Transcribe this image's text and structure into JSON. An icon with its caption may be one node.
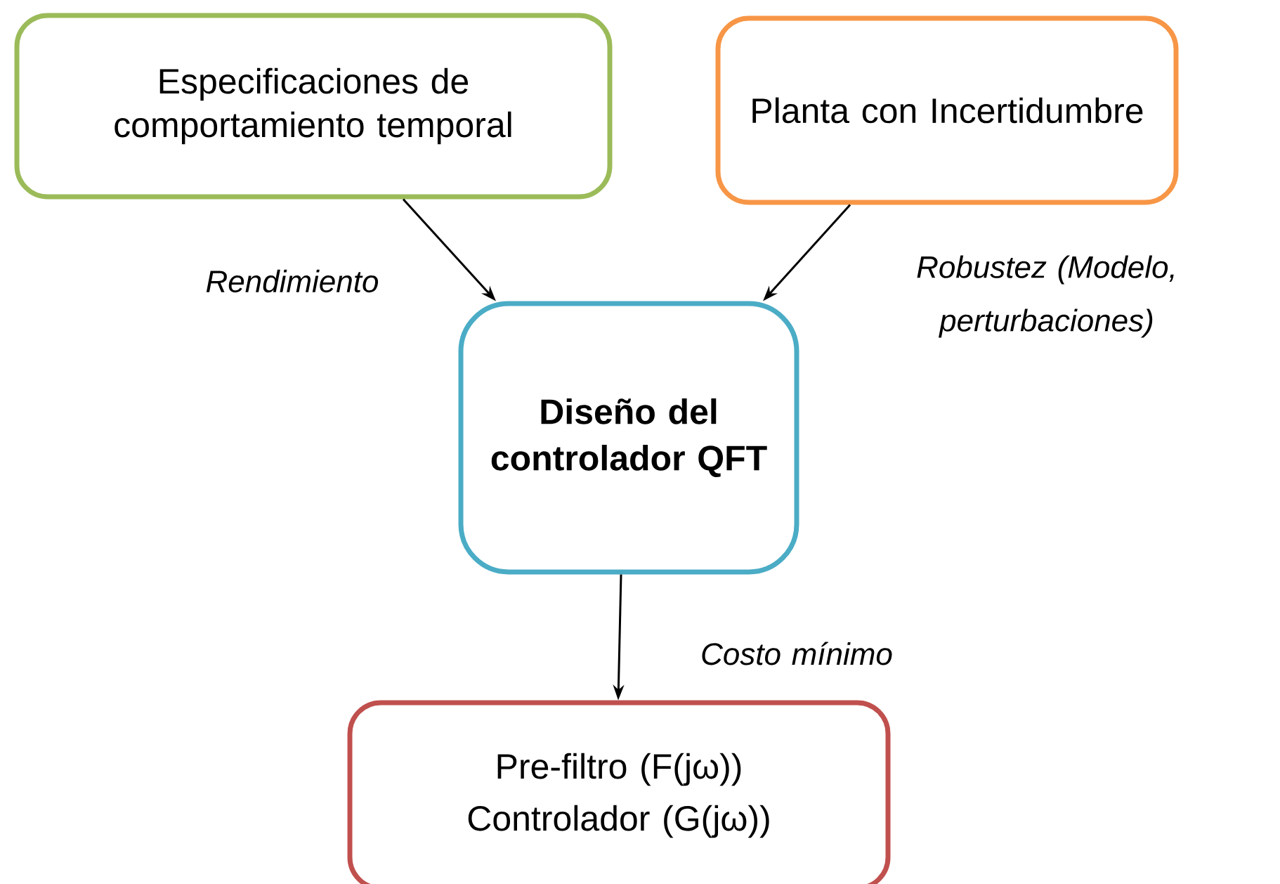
{
  "diagram": {
    "nodes": [
      {
        "text": [
          "Especificaciones de comportamiento temporal"
        ]
      },
      {
        "text": [
          "Planta con Incertidumbre"
        ]
      },
      {
        "text": [
          "Diseño del controlador QFT"
        ]
      },
      {
        "text": [
          "Pre-filtro (F(jω))",
          "Controlador (G(jω))"
        ]
      }
    ],
    "edges": [
      {
        "from": 0,
        "to": 2,
        "arrow": "to",
        "label": "Rendimiento"
      },
      {
        "from": 1,
        "to": 2,
        "arrow": "to",
        "label": "Robustez (Modelo, perturbaciones)"
      },
      {
        "from": 2,
        "to": 3,
        "arrow": "to",
        "label": "Costo mínimo"
      }
    ]
  }
}
